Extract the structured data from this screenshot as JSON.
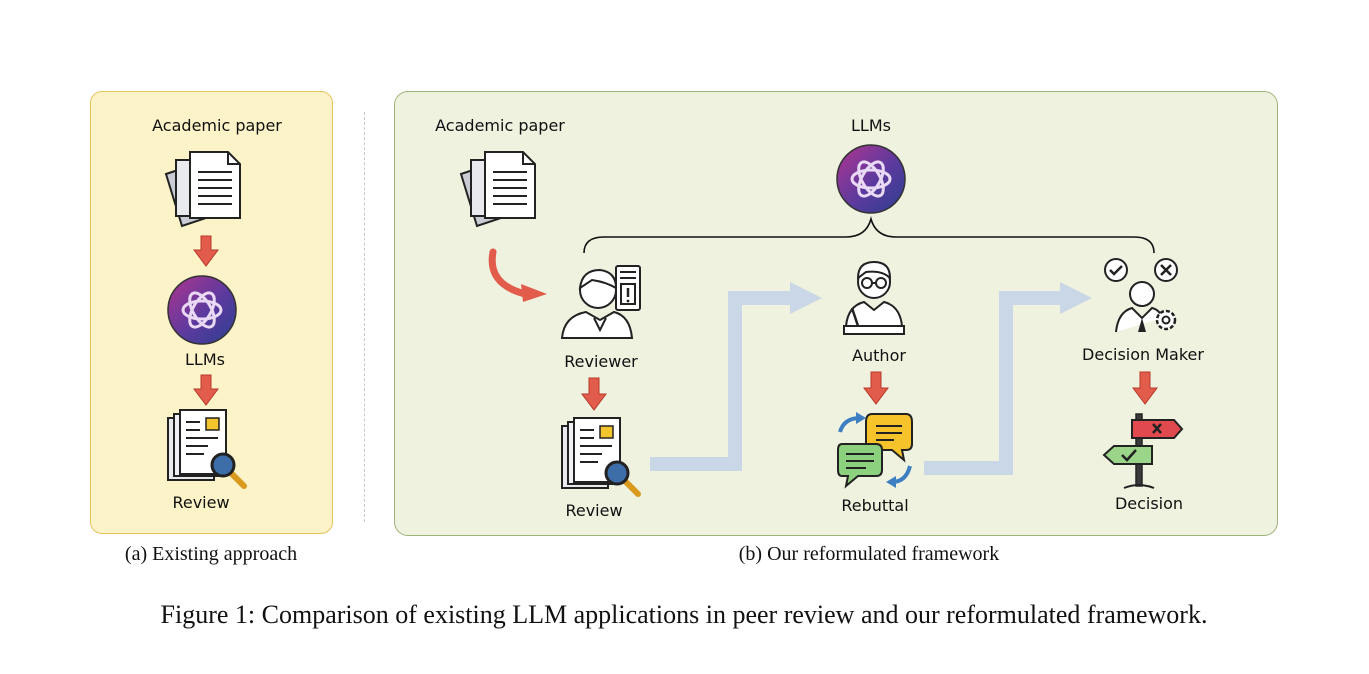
{
  "panel_a": {
    "academic_paper_label": "Academic paper",
    "llms_label": "LLMs",
    "review_label": "Review",
    "caption": "(a) Existing approach"
  },
  "panel_b": {
    "academic_paper_label": "Academic paper",
    "llms_label": "LLMs",
    "reviewer_label": "Reviewer",
    "review_label": "Review",
    "author_label": "Author",
    "rebuttal_label": "Rebuttal",
    "decision_maker_label": "Decision Maker",
    "decision_label": "Decision",
    "caption": "(b) Our reformulated framework"
  },
  "figure_caption": "Figure 1: Comparison of existing LLM applications in peer review and our reformulated framework.",
  "colors": {
    "panel_a_bg": "#fdf3c8",
    "panel_b_bg": "#eef2df",
    "arrow_red": "#e25c4b",
    "flow_blue": "#c9d7e6",
    "llm_purple": "#6b3fa0"
  }
}
